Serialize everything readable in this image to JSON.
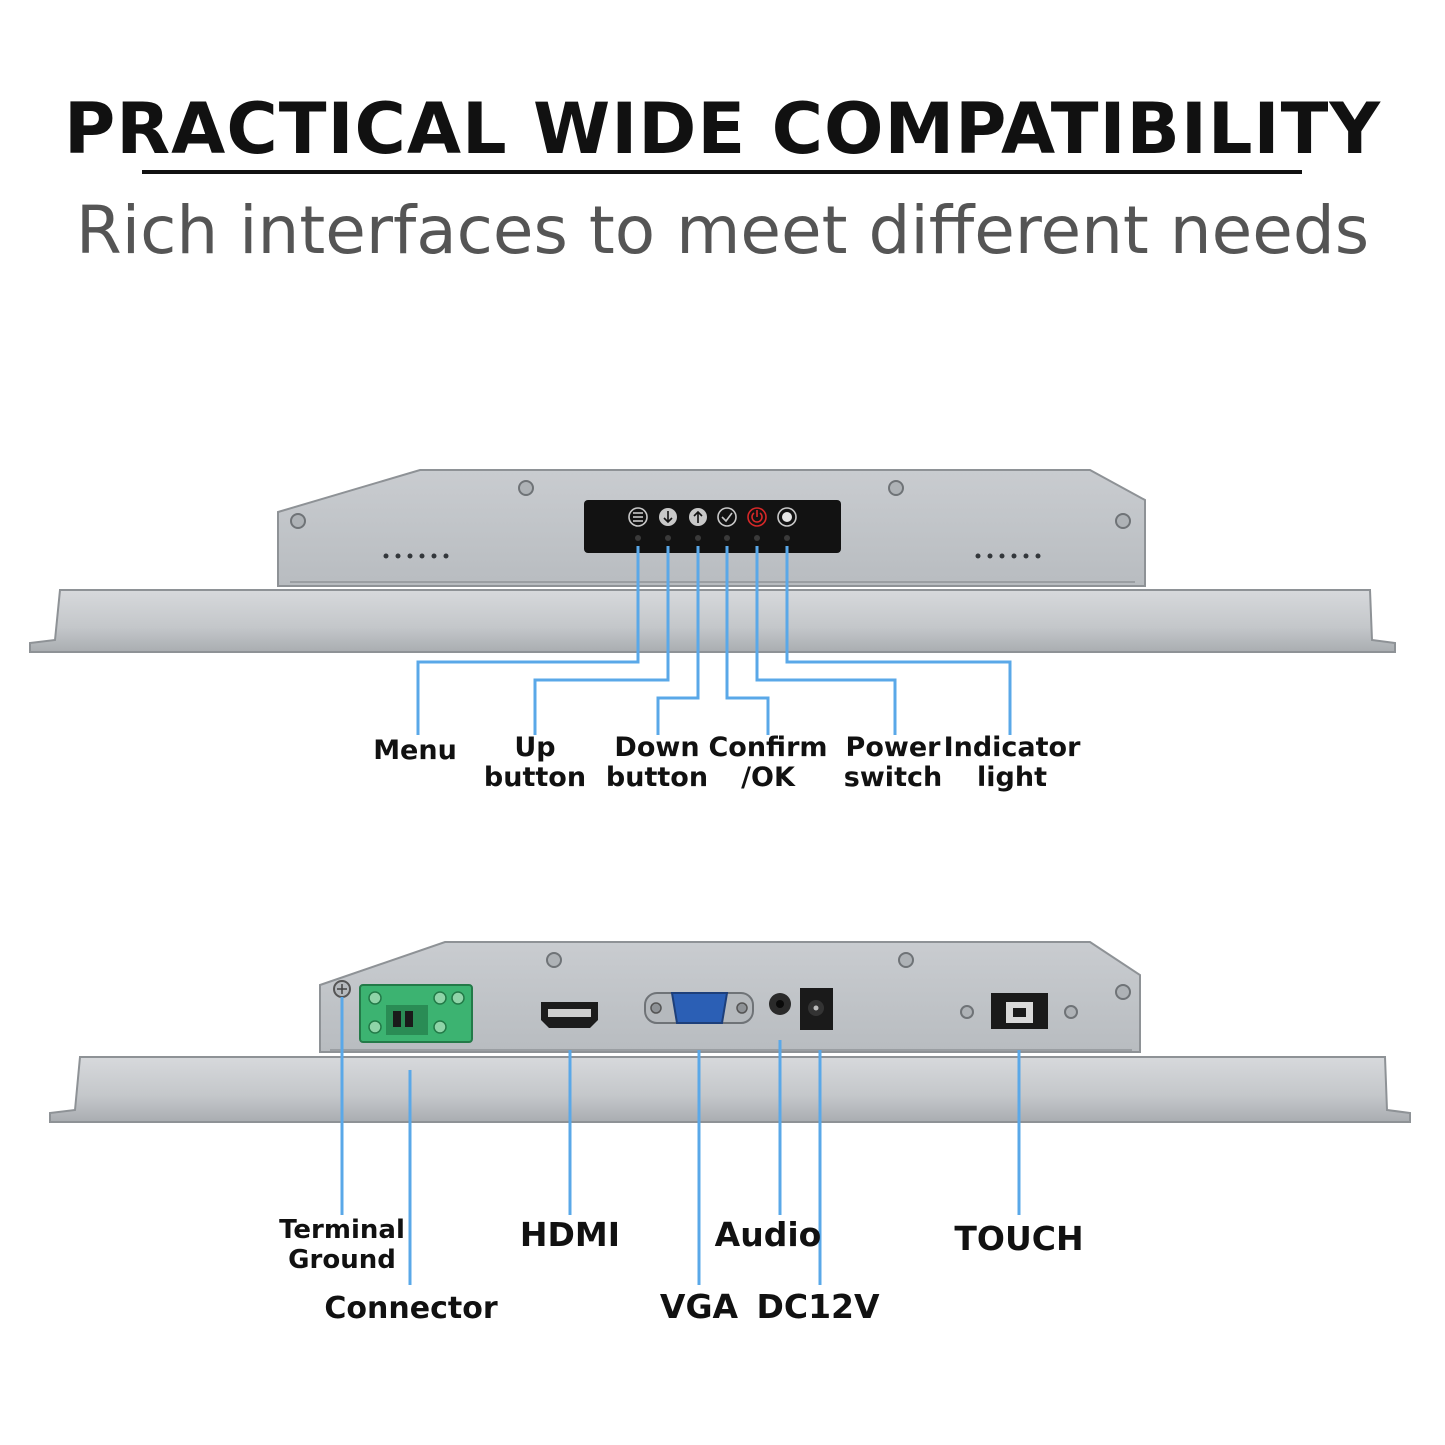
{
  "title": "PRACTICAL WIDE COMPATIBILITY",
  "subtitle": "Rich interfaces to meet different needs",
  "colors": {
    "callout_line": "#5aa8e8",
    "panel_body": "#c9cccf",
    "panel_dark": "#9fa3a7",
    "control_strip": "#111111",
    "power_icon": "#d62828",
    "terminal_green": "#3cb371",
    "vga_blue": "#2b5fb5"
  },
  "top_view": {
    "labels": {
      "menu": "Menu",
      "up_1": "Up",
      "up_2": "button",
      "down_1": "Down",
      "down_2": "button",
      "confirm_1": "Confirm",
      "confirm_2": "/OK",
      "power_1": "Power",
      "power_2": "switch",
      "indicator_1": "Indicator",
      "indicator_2": "light"
    },
    "icons": [
      "menu-icon",
      "down-arrow-icon",
      "up-arrow-icon",
      "check-icon",
      "power-icon",
      "indicator-icon"
    ]
  },
  "bottom_view": {
    "labels": {
      "terminal_1": "Terminal",
      "terminal_2": "Ground",
      "connector": "Connector",
      "hdmi": "HDMI",
      "vga": "VGA",
      "audio": "Audio",
      "dc12v": "DC12V",
      "touch": "TOUCH"
    }
  }
}
